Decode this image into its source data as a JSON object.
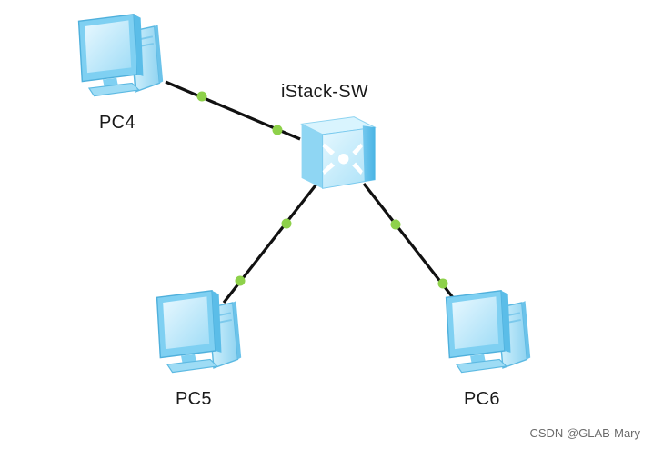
{
  "nodes": {
    "switch": {
      "label": "iStack-SW",
      "type": "switch"
    },
    "pc4": {
      "label": "PC4",
      "type": "pc"
    },
    "pc5": {
      "label": "PC5",
      "type": "pc"
    },
    "pc6": {
      "label": "PC6",
      "type": "pc"
    }
  },
  "links": [
    {
      "from": "pc4",
      "to": "switch"
    },
    {
      "from": "switch",
      "to": "pc5"
    },
    {
      "from": "switch",
      "to": "pc6"
    }
  ],
  "colors": {
    "link": "#111111",
    "port": "#8ed14a",
    "device_body": "#bfe9fb",
    "device_dark": "#59bfe9",
    "switch_body": "#bde9fa"
  },
  "watermark": "CSDN @GLAB-Mary"
}
